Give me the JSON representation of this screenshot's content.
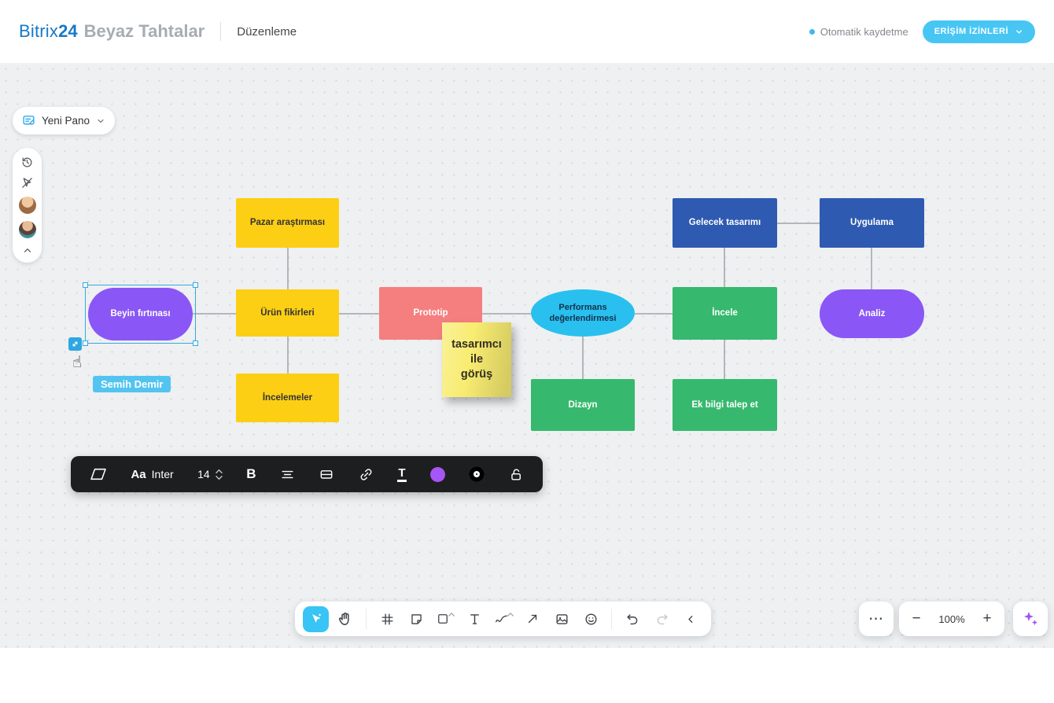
{
  "header": {
    "logo_bitrix": "Bitrix",
    "logo_24": "24",
    "logo_product": "Beyaz Tahtalar",
    "mode_label": "Düzenleme",
    "autosave_label": "Otomatik kaydetme",
    "access_button_label": "ERİŞİM İZİNLERİ",
    "accent_blue": "#47c6f4"
  },
  "board_selector": {
    "label": "Yeni Pano"
  },
  "collaborator": {
    "name": "Semih Demir",
    "tag_color": "#53c4f0"
  },
  "canvas": {
    "shapes": [
      {
        "label": "Pazar araştırması",
        "fill": "#fccf14",
        "text": "#333333"
      },
      {
        "label": "Gelecek tasarımı",
        "fill": "#2e5bb1",
        "text": "#ffffff"
      },
      {
        "label": "Uygulama",
        "fill": "#2e5bb1",
        "text": "#ffffff"
      },
      {
        "label": "Beyin fırtınası",
        "fill": "#8a57f6",
        "text": "#ffffff"
      },
      {
        "label": "Ürün fikirleri",
        "fill": "#fccf14",
        "text": "#333333"
      },
      {
        "label": "Prototip",
        "fill": "#f57f7f",
        "text": "#ffffff"
      },
      {
        "label": "Performans değerlendirmesi",
        "fill": "#29c0ef",
        "text": "#15314b"
      },
      {
        "label": "İncele",
        "fill": "#36b96e",
        "text": "#ffffff"
      },
      {
        "label": "Analiz",
        "fill": "#8a57f6",
        "text": "#ffffff"
      },
      {
        "label": "İncelemeler",
        "fill": "#fccf14",
        "text": "#333333"
      },
      {
        "label": "Dizayn",
        "fill": "#36b96e",
        "text": "#ffffff"
      },
      {
        "label": "Ek bilgi talep et",
        "fill": "#36b96e",
        "text": "#ffffff"
      }
    ],
    "sticky_note": {
      "text": "tasarımcı\nile\ngörüş",
      "fill": "#f8ec71"
    }
  },
  "format_toolbar": {
    "font_sample": "Aa",
    "font_name": "Inter",
    "font_size": "14",
    "bold_label": "B",
    "text_color_label": "T",
    "fill_color": "#a755f6"
  },
  "zoom_controls": {
    "minus": "−",
    "value": "100%",
    "plus": "+"
  },
  "icons": {
    "more": "⋯",
    "hand_cursor": "☝"
  }
}
